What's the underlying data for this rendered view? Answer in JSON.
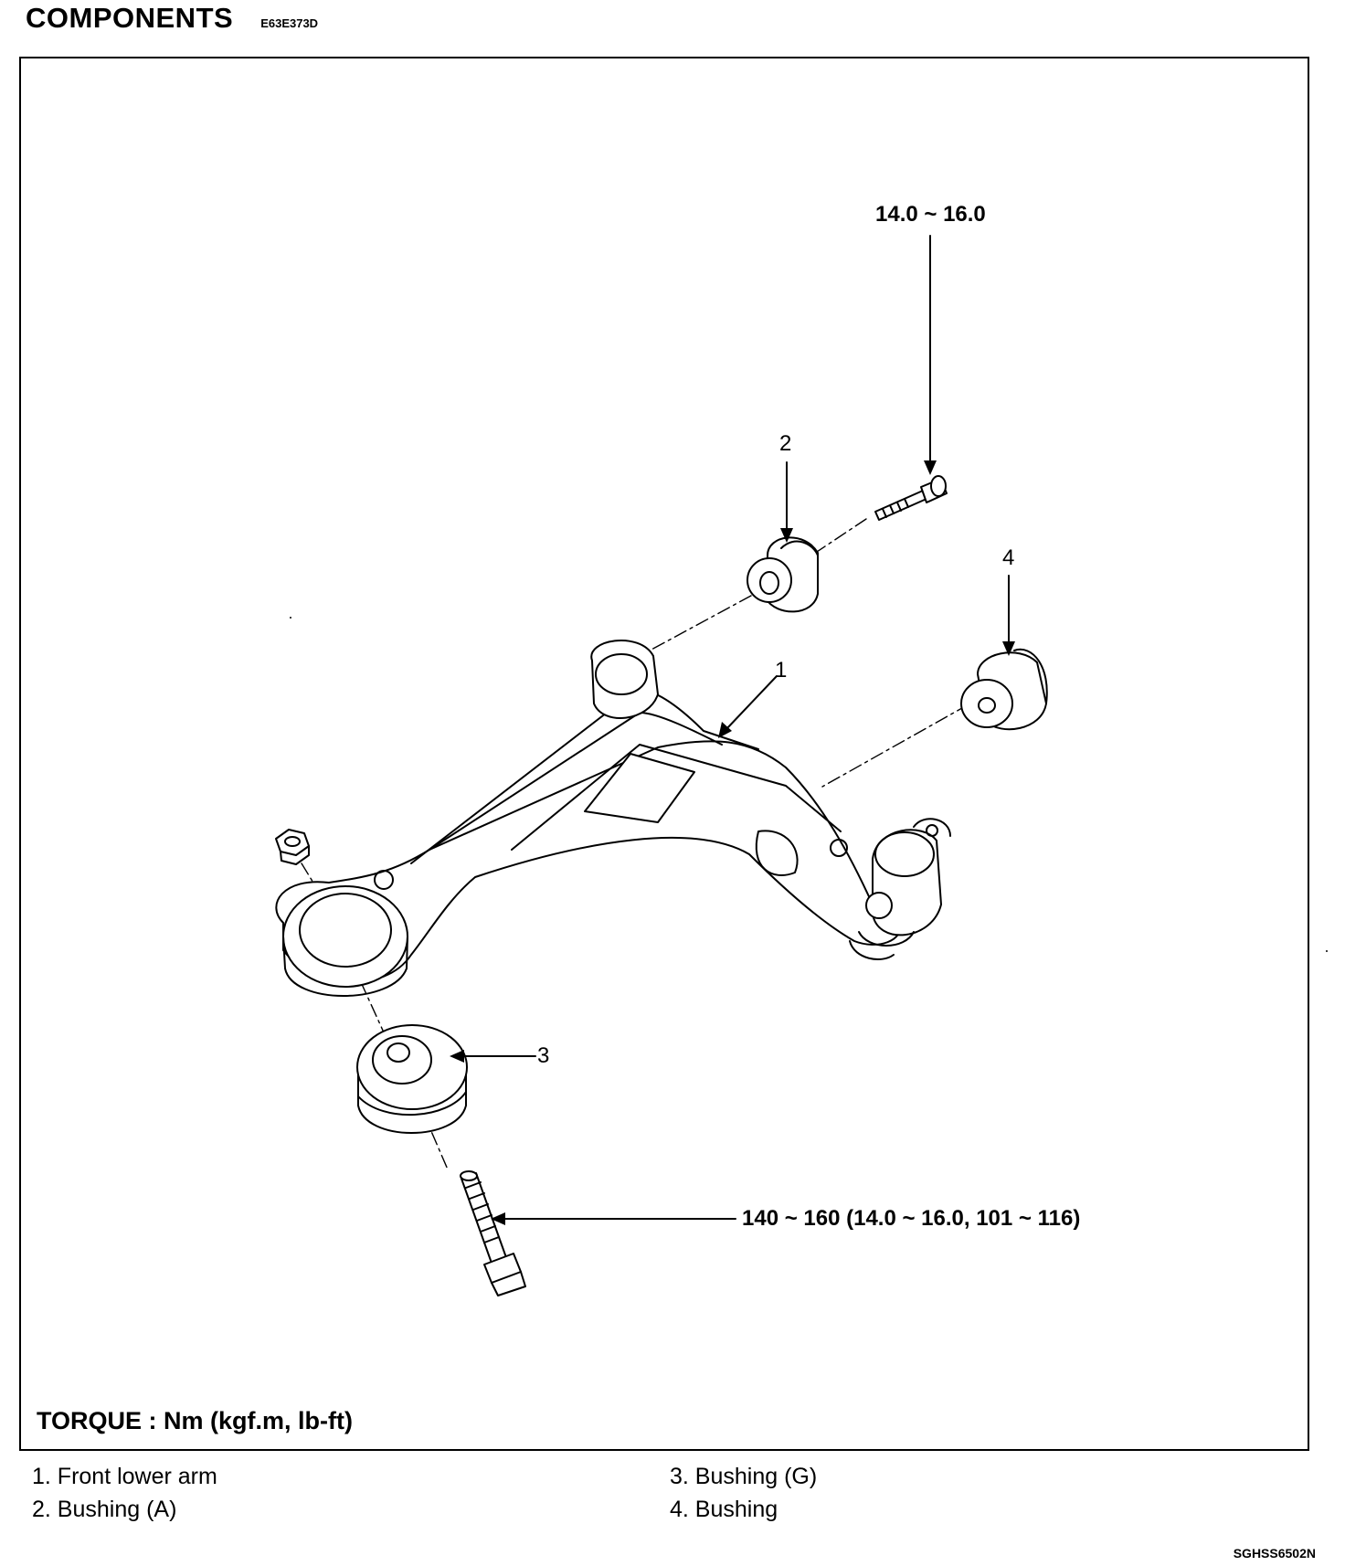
{
  "header": {
    "title": "COMPONENTS",
    "code": "E63E373D"
  },
  "callouts": {
    "n1": "1",
    "n2": "2",
    "n3": "3",
    "n4": "4",
    "torque_top": "14.0 ~ 16.0",
    "torque_bottom": "140 ~ 160 (14.0 ~ 16.0, 101 ~ 116)"
  },
  "torque_note": "TORQUE : Nm (kgf.m, lb-ft)",
  "legend": [
    "1. Front lower arm",
    "2. Bushing (A)",
    "3. Bushing (G)",
    "4. Bushing"
  ],
  "figure_code": "SGHSS6502N"
}
